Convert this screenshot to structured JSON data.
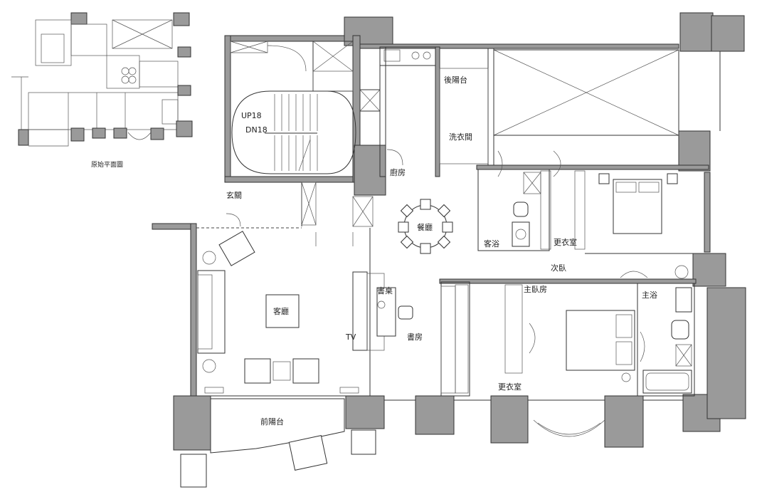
{
  "labels": {
    "original_plan": "原始平面圖",
    "up": "UP18",
    "down": "DN18",
    "back_balcony": "後陽台",
    "laundry": "洗衣間",
    "kitchen": "廚房",
    "entrance": "玄關",
    "dining": "餐廳",
    "guest_bath": "客浴",
    "guest_dressing": "更衣室",
    "child_bedroom": "次臥",
    "master_bedroom": "主臥房",
    "master_bath": "主浴",
    "living_room": "客廳",
    "desk": "書桌",
    "study": "書房",
    "tv": "TV",
    "master_dressing": "更衣室",
    "front_balcony": "前陽台"
  },
  "colors": {
    "wall_fill": "#9a9a9a",
    "line": "#333333"
  }
}
